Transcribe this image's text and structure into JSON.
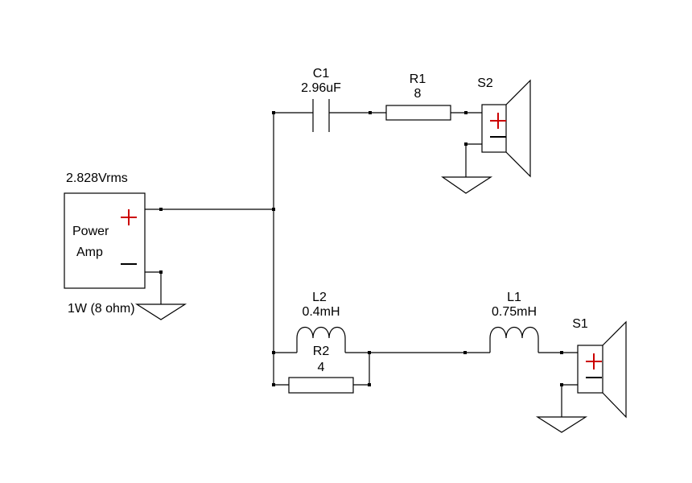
{
  "colors": {
    "wire": "#000000",
    "polarity_plus": "#cc0000",
    "polarity_minus": "#000000",
    "background": "#ffffff"
  },
  "source": {
    "voltage_label": "2.828Vrms",
    "name_line1": "Power",
    "name_line2": "Amp",
    "power_label": "1W (8 ohm)",
    "plus_symbol": "+",
    "minus_symbol": "−"
  },
  "components": {
    "C1": {
      "ref": "C1",
      "value": "2.96uF",
      "type": "capacitor"
    },
    "R1": {
      "ref": "R1",
      "value": "8",
      "type": "resistor"
    },
    "S2": {
      "ref": "S2",
      "type": "speaker"
    },
    "L2": {
      "ref": "L2",
      "value": "0.4mH",
      "type": "inductor"
    },
    "R2": {
      "ref": "R2",
      "value": "4",
      "type": "resistor"
    },
    "L1": {
      "ref": "L1",
      "value": "0.75mH",
      "type": "inductor"
    },
    "S1": {
      "ref": "S1",
      "type": "speaker"
    }
  },
  "grounds": [
    "amp-ground",
    "s2-ground",
    "s1-ground"
  ]
}
